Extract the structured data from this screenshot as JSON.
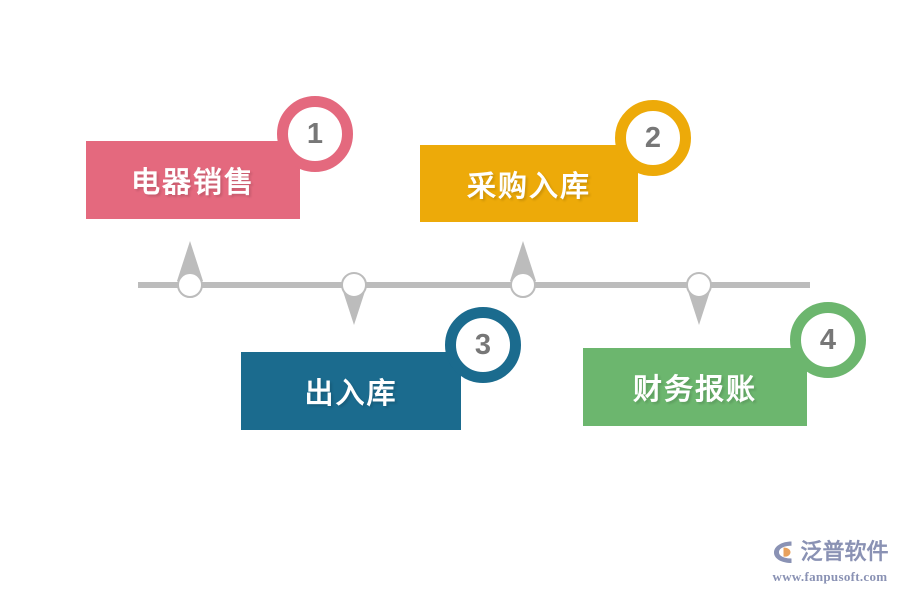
{
  "diagram": {
    "type": "process-timeline",
    "title": "",
    "background_color": "#ffffff",
    "axis": {
      "color": "#bcbcbc",
      "node_count": 4,
      "node_fill": "#ffffff"
    },
    "steps": [
      {
        "number": "1",
        "label": "电器销售",
        "color": "#E4697E",
        "position": "above",
        "badge_corner": "top-right"
      },
      {
        "number": "2",
        "label": "采购入库",
        "color": "#EDAA09",
        "position": "above",
        "badge_corner": "top-right"
      },
      {
        "number": "3",
        "label": "出入库",
        "color": "#1B6B8E",
        "position": "below",
        "badge_corner": "top-right"
      },
      {
        "number": "4",
        "label": "财务报账",
        "color": "#6CB66E",
        "position": "below",
        "badge_corner": "top-right"
      }
    ]
  },
  "watermark": {
    "brand": "泛普软件",
    "url": "www.fanpusoft.com",
    "color": "#8a92b4",
    "accent_color": "#e8a15c",
    "mark_name": "fanpu-logo-icon"
  }
}
